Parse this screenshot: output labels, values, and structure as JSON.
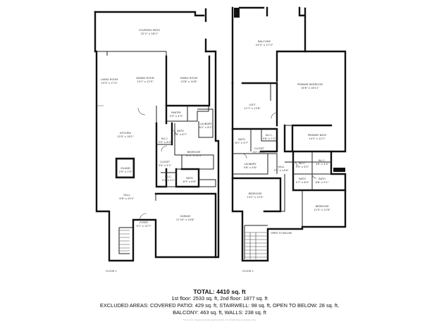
{
  "summary": {
    "total": "TOTAL: 4410 sq. ft",
    "floors": "1st floor: 2533 sq. ft, 2nd floor: 1877 sq. ft",
    "excluded": "EXCLUDED AREAS: COVERED PATIO: 429 sq. ft, STAIRWELL: 98 sq. ft, OPEN TO BELOW: 28 sq. ft,",
    "balcony": "BALCONY: 463 sq. ft, WALLS: 238 sq. ft"
  },
  "floor_labels": {
    "first": "FLOOR 1",
    "second": "FLOOR 2"
  },
  "footer": "Floor plan measurements approximate, for illustrative purposes only",
  "first_floor": {
    "rooms": {
      "covered_patio": {
        "name": "COVERED PATIO",
        "dims": "22'2\" x 18'1\""
      },
      "living": {
        "name": "LIVING ROOM",
        "dims": "15'3\" x 17'4\""
      },
      "dining": {
        "name": "DINING ROOM",
        "dims": "15'1\" x 12'5\""
      },
      "family": {
        "name": "FAMILY ROOM",
        "dims": "15'8\" x 14'8\""
      },
      "kitchen": {
        "name": "KITCHEN",
        "dims": "15'5\" x 18'1\""
      },
      "pantry": {
        "name": "PANTRY",
        "dims": "5'9\" x 4'3\""
      },
      "laundry": {
        "name": "LAUNDRY",
        "dims": "6'2\" x 8'1\""
      },
      "bath": {
        "name": "BATH",
        "dims": "5'4\" x 8'7\""
      },
      "walkin": {
        "name": "W.I.C.",
        "dims": "5'0\" x 6'4\""
      },
      "closet": {
        "name": "CLOSET",
        "dims": "3'4\" x 5'1\""
      },
      "bedroom": {
        "name": "BEDROOM",
        "dims": "11'0\" x 12'9\""
      },
      "primary_bath": {
        "name": "BATH",
        "dims": "6'3\" x 8'8\""
      },
      "wic2": {
        "name": "W.I.C.",
        "dims": "4'1\" x 5'1\""
      },
      "hall": {
        "name": "HALL",
        "dims": "6'8\" x 20'1\""
      },
      "foyer": {
        "name": "FOYER",
        "dims": "9'1\" x 10'7\""
      },
      "garage": {
        "name": "GARAGE",
        "dims": "21'10\" x 24'8\""
      },
      "island": {
        "name": "ISLAND",
        "dims": "2'9\" x 7'0\""
      }
    }
  },
  "second_floor": {
    "rooms": {
      "balcony": {
        "name": "BALCONY",
        "dims": "23'0\" x 17'3\""
      },
      "loft": {
        "name": "LOFT",
        "dims": "12'7\" x 13'8\""
      },
      "primary_bedroom": {
        "name": "PRIMARY BEDROOM",
        "dims": "18'6\" x 18'11\""
      },
      "primary_bath": {
        "name": "PRIMARY BATH",
        "dims": "14'1\" x 12'1\""
      },
      "bath_a": {
        "name": "BATH",
        "dims": "8'1\" x 5'7\""
      },
      "wic_a": {
        "name": "W.I.C.",
        "dims": "5'6\" x 7'2\""
      },
      "wic_b": {
        "name": "W.I.C.",
        "dims": "5'5\" x 4'5\""
      },
      "bedroom_a": {
        "name": "BEDROOM",
        "dims": "13'2\" x 12'0\""
      },
      "bedroom_b": {
        "name": "BEDROOM",
        "dims": "11'0\" x 12'6\""
      },
      "bath_b": {
        "name": "BATH",
        "dims": "8'6\" x 5'1\""
      },
      "wic_c": {
        "name": "W.I.C.",
        "dims": "3'6\" x 4'4\""
      },
      "closet": {
        "name": "CLOSET",
        "dims": "4'2\" x 3'0\""
      },
      "hall": {
        "name": "HALL",
        "dims": "3'2\" x 14'6\""
      },
      "laundry": {
        "name": "LAUNDRY",
        "dims": "5'8\" x 5'8\""
      },
      "bath_c": {
        "name": "BATH",
        "dims": "5'7\" x 8'0\""
      },
      "open_to_below": {
        "name": "OPEN TO BELOW",
        "dims": ""
      }
    }
  }
}
